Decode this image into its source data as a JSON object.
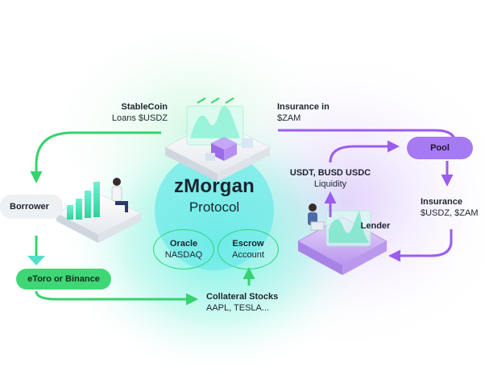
{
  "nodes": {
    "borrower": "Borrower",
    "lender": "Lender",
    "pool": "Pool",
    "etoro": "eToro or Binance"
  },
  "center": {
    "title": "zMorgan",
    "subtitle": "Protocol"
  },
  "sub_boxes": {
    "oracle_title": "Oracle",
    "oracle_sub": "NASDAQ",
    "escrow_title": "Escrow",
    "escrow_sub": "Account"
  },
  "flows": {
    "stablecoin_title": "StableCoin",
    "stablecoin_sub": "Loans $USDZ",
    "insurance_in_title": "Insurance in",
    "insurance_in_sub": "$ZAM",
    "liquidity_title": "USDT, BUSD USDC",
    "liquidity_sub": "Liquidity",
    "insurance_title": "Insurance",
    "insurance_sub": "$USDZ, $ZAM",
    "collateral_title": "Collateral Stocks",
    "collateral_sub": "AAPL, TESLA..."
  },
  "colors": {
    "green": "#35d36e",
    "purple": "#9b5cf0",
    "pool_fill": "#a57af2",
    "etoro_fill": "#3fd776",
    "cyan_glow": "#59e6e6",
    "purple_platform": "#d6c2f5"
  },
  "icons": [
    "arrow-icon",
    "chart-icon",
    "cube-icon",
    "person-icon",
    "laptop-icon"
  ]
}
